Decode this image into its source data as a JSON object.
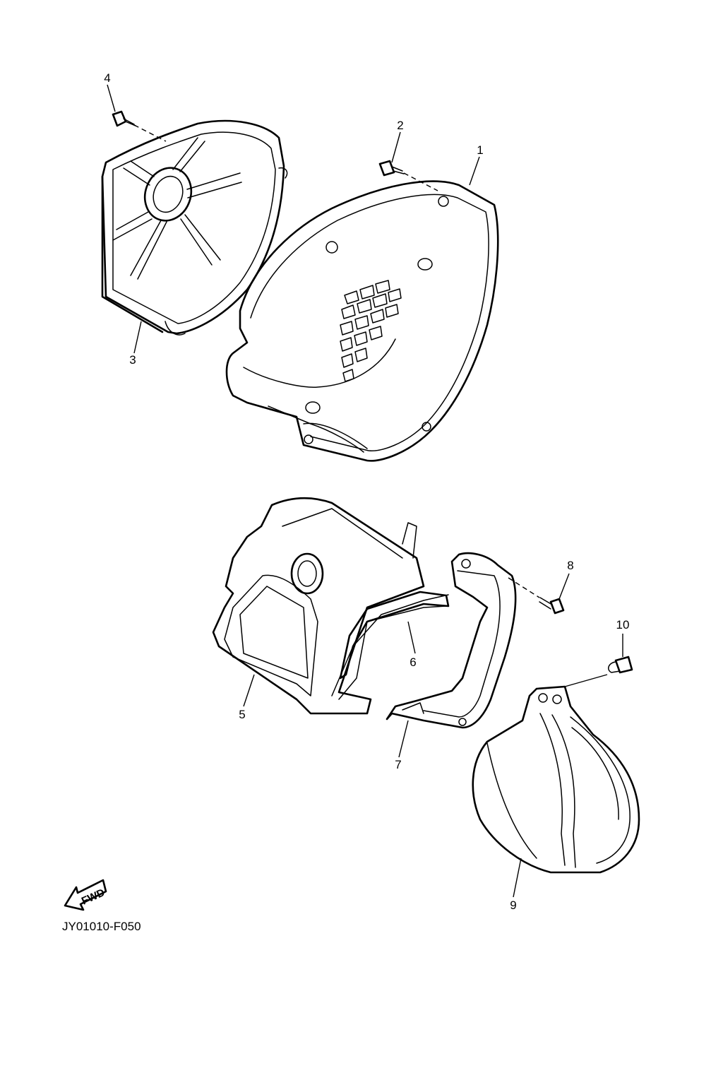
{
  "callouts": [
    {
      "id": "1",
      "label": "1"
    },
    {
      "id": "2",
      "label": "2"
    },
    {
      "id": "3",
      "label": "3"
    },
    {
      "id": "4",
      "label": "4"
    },
    {
      "id": "5",
      "label": "5"
    },
    {
      "id": "6",
      "label": "6"
    },
    {
      "id": "7",
      "label": "7"
    },
    {
      "id": "8",
      "label": "8"
    },
    {
      "id": "9",
      "label": "9"
    },
    {
      "id": "10",
      "label": "10"
    }
  ],
  "fwd_label": "FWD",
  "diagram_code": "JY01010-F050"
}
